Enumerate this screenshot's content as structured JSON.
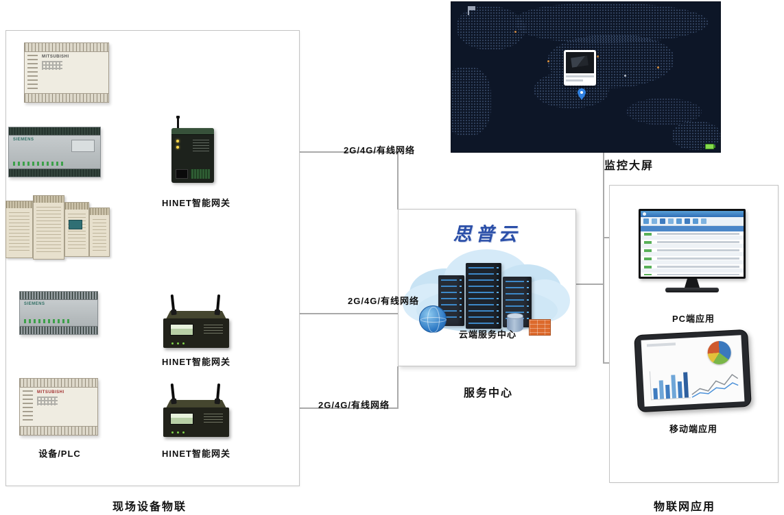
{
  "colors": {
    "connector_line": "#a9a9a9",
    "panel_border": "#c3c3c3",
    "brand_blue": "#2b4fa8",
    "map_background": "#0d1627",
    "cloud_blue": "#cfe7f6",
    "firewall_orange": "#dd6a2c",
    "status_green": "#86d94e"
  },
  "left_panel": {
    "title": "现场设备物联",
    "device_label": "设备/PLC",
    "plc_brand": "MITSUBISHI",
    "plc_brand2": "SIEMENS",
    "gateways": [
      {
        "label": "HINET智能网关"
      },
      {
        "label": "HINET智能网关"
      },
      {
        "label": "HINET智能网关"
      }
    ]
  },
  "connections": {
    "network_labels": [
      "2G/4G/有线网络",
      "2G/4G/有线网络",
      "2G/4G/有线网络"
    ]
  },
  "service_center": {
    "brand": "思普云",
    "cloud_label": "云端服务中心",
    "title": "服务中心"
  },
  "monitor": {
    "label": "监控大屏"
  },
  "right_panel": {
    "title": "物联网应用",
    "pc_label": "PC端应用",
    "mobile_label": "移动端应用"
  }
}
